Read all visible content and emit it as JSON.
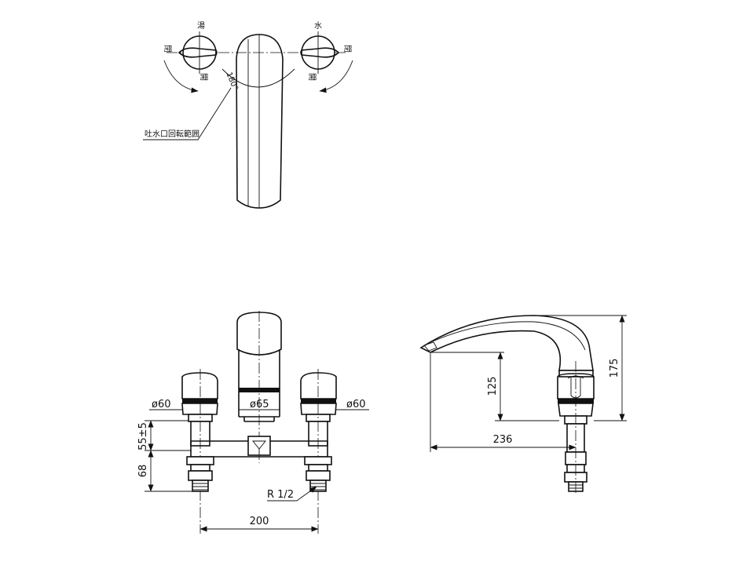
{
  "top_view": {
    "hot_label": "湯",
    "cold_label": "水",
    "hot_close": "閉",
    "hot_open": "開",
    "cold_close": "閉",
    "cold_open": "開",
    "angle": "180°",
    "spout_range": "吐水口回転範囲"
  },
  "front_view": {
    "dia_left": "ø60",
    "dia_center": "ø65",
    "dia_right": "ø60",
    "height_upper": "55±5",
    "height_lower": "68",
    "pipe_thread": "R 1/2",
    "width": "200"
  },
  "side_view": {
    "spout_height": "125",
    "total_height": "175",
    "spout_reach": "236"
  }
}
